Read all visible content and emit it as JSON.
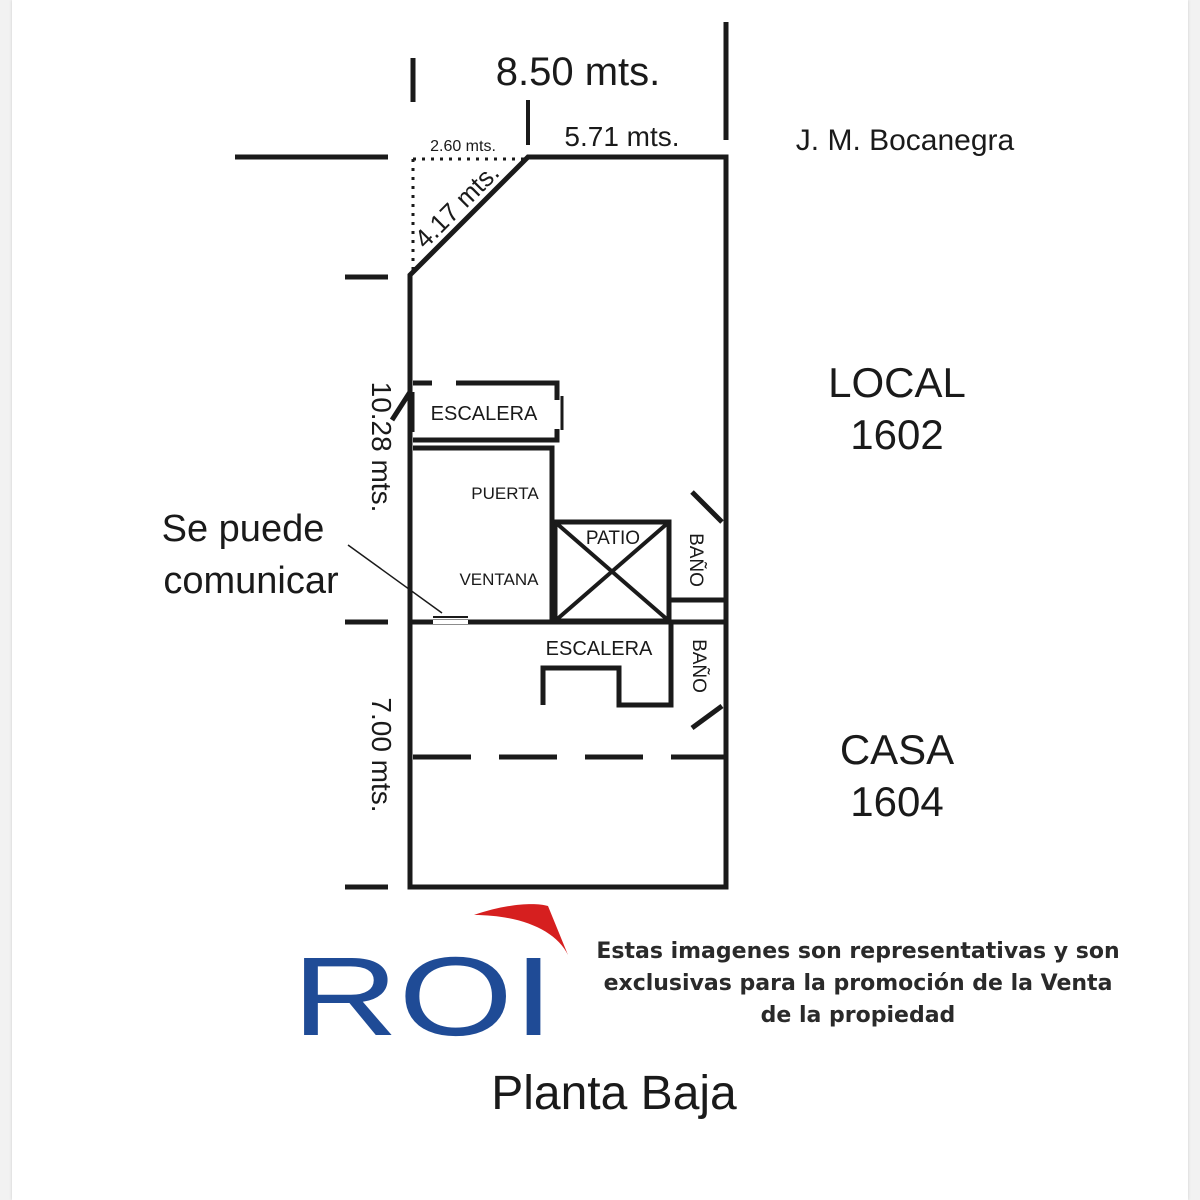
{
  "plan": {
    "title": "Planta Baja",
    "street": "J. M. Bocanegra",
    "dimensions": {
      "total_width": "8.50 mts.",
      "front_right": "5.71 mts.",
      "corner_cut_x": "2.60 mts.",
      "diagonal": "4.17 mts.",
      "local_depth": "10.28 mts.",
      "casa_depth": "7.00 mts."
    },
    "note": {
      "line1": "Se puede",
      "line2": "comunicar"
    },
    "rooms": {
      "escalera_upper": "ESCALERA",
      "puerta": "PUERTA",
      "ventana": "VENTANA",
      "patio": "PATIO",
      "bano_upper": "BAÑO",
      "escalera_lower": "ESCALERA",
      "bano_lower": "BAÑO"
    },
    "units": {
      "local": {
        "name": "LOCAL",
        "number": "1602"
      },
      "casa": {
        "name": "CASA",
        "number": "1604"
      }
    }
  },
  "branding": {
    "logo_text": "ROI",
    "logo_color": "#1f4b96",
    "accent_color": "#d61f1f"
  },
  "disclaimer": "Estas imagenes son representativas y son exclusivas para la promoción de la Venta de la propiedad"
}
